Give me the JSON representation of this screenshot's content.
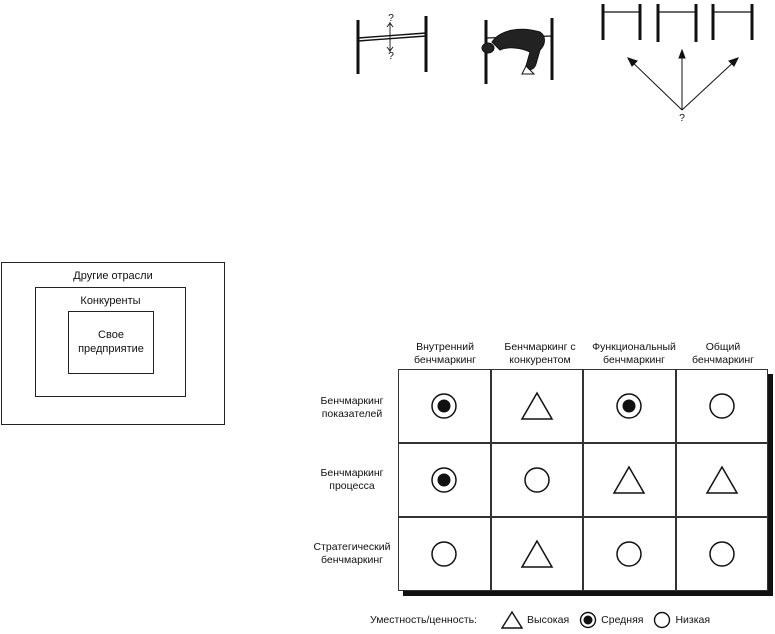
{
  "illustration": {
    "question_marks": [
      "?",
      "?",
      "?"
    ]
  },
  "nested_boxes": {
    "outer": "Другие отрасли",
    "middle": "Конкуренты",
    "inner": "Свое предприятие"
  },
  "matrix": {
    "columns": [
      "Внутренний бенчмаркинг",
      "Бенчмаркинг с конкурентом",
      "Функциональный бенчмаркинг",
      "Общий бенчмаркинг"
    ],
    "rows": [
      {
        "label": "Бенчмаркинг показателей",
        "cells": [
          "medium",
          "high",
          "medium",
          "low"
        ]
      },
      {
        "label": "Бенчмаркинг процесса",
        "cells": [
          "medium",
          "low",
          "high",
          "high"
        ]
      },
      {
        "label": "Стратегический бенчмаркинг",
        "cells": [
          "low",
          "high",
          "low",
          "low"
        ]
      }
    ],
    "symbols": {
      "high": "triangle-icon",
      "medium": "circle-dot-icon",
      "low": "circle-icon"
    }
  },
  "legend": {
    "title": "Уместность/ценность:",
    "high": "Высокая",
    "medium": "Средняя",
    "low": "Низкая"
  }
}
